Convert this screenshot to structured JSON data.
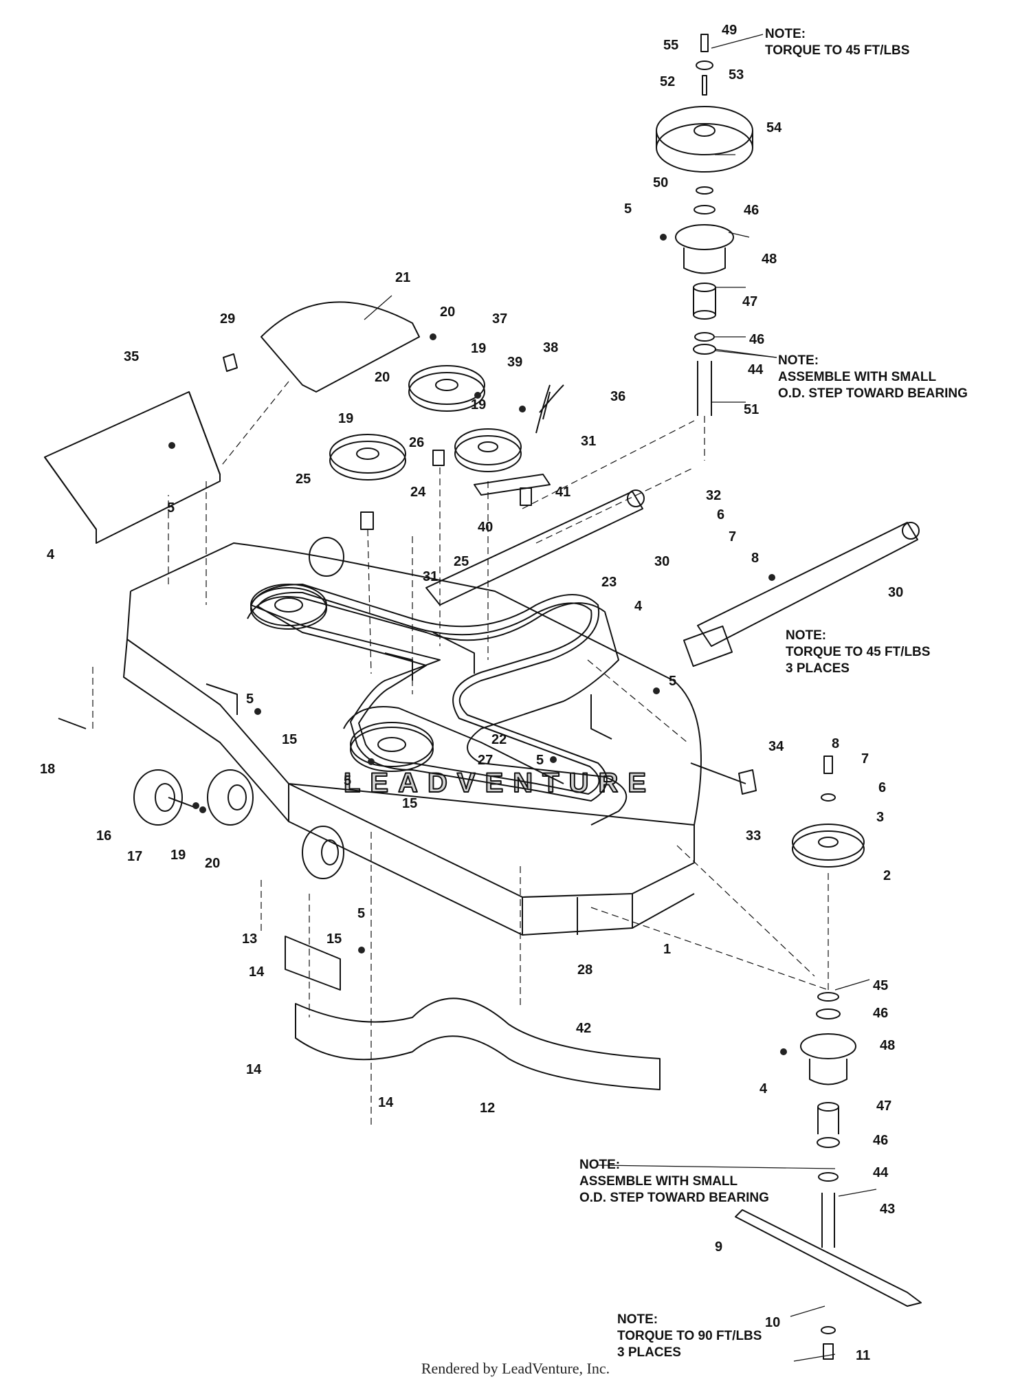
{
  "watermark": "LEADVENTURE",
  "footer": "Rendered by LeadVenture, Inc.",
  "notes": [
    {
      "lines": [
        "NOTE:",
        "TORQUE TO 45 FT/LBS"
      ]
    },
    {
      "lines": [
        "NOTE:",
        "ASSEMBLE WITH SMALL",
        "O.D. STEP TOWARD BEARING"
      ]
    },
    {
      "lines": [
        "NOTE:",
        "TORQUE TO 45 FT/LBS",
        "3 PLACES"
      ]
    },
    {
      "lines": [
        "NOTE:",
        "ASSEMBLE WITH SMALL",
        "O.D. STEP TOWARD BEARING"
      ]
    },
    {
      "lines": [
        "NOTE:",
        "TORQUE TO 90 FT/LBS",
        "3 PLACES"
      ]
    }
  ],
  "part_labels": [
    "49",
    "55",
    "53",
    "52",
    "54",
    "50",
    "46",
    "5",
    "48",
    "47",
    "46",
    "44",
    "51",
    "21",
    "29",
    "20",
    "19",
    "37",
    "38",
    "39",
    "19",
    "36",
    "35",
    "20",
    "19",
    "26",
    "31",
    "25",
    "4",
    "5",
    "24",
    "41",
    "40",
    "25",
    "32",
    "6",
    "7",
    "8",
    "30",
    "31",
    "23",
    "4",
    "30",
    "5",
    "5",
    "15",
    "22",
    "27",
    "5",
    "18",
    "5",
    "15",
    "34",
    "8",
    "7",
    "6",
    "3",
    "16",
    "17",
    "19",
    "20",
    "33",
    "2",
    "13",
    "15",
    "5",
    "14",
    "28",
    "1",
    "45",
    "46",
    "48",
    "14",
    "42",
    "14",
    "12",
    "4",
    "47",
    "46",
    "44",
    "43",
    "9",
    "10",
    "11"
  ]
}
